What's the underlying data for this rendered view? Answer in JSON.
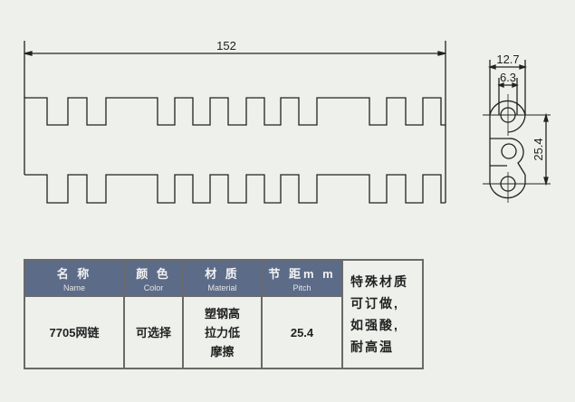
{
  "drawing": {
    "length_dimension": "152",
    "width_dimension": "12.7",
    "hole_dimension": "6.3",
    "pitch_dimension": "25.4",
    "line_color": "#222222"
  },
  "table": {
    "headers": [
      {
        "zh": "名  称",
        "en": "Name"
      },
      {
        "zh": "颜 色",
        "en": "Color"
      },
      {
        "zh": "材   质",
        "en": "Material"
      },
      {
        "zh": "节 距m m",
        "en": "Pitch"
      }
    ],
    "row": {
      "name": "7705网链",
      "color": "可选择",
      "material": [
        "塑钢高",
        "拉力低",
        "摩擦"
      ],
      "pitch": "25.4"
    },
    "note": [
      "特殊材质",
      "可订做,",
      "如强酸,",
      "耐高温"
    ],
    "header_color": "#5c6b88"
  }
}
